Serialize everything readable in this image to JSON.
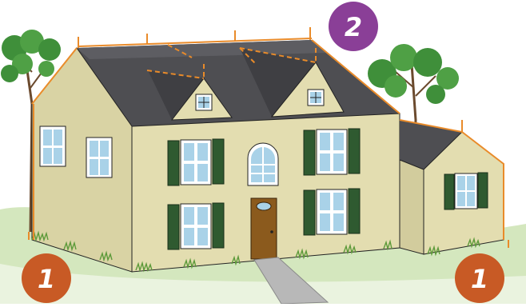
{
  "badges": [
    {
      "label": "1",
      "color": "#c85a25"
    },
    {
      "label": "2",
      "color": "#8a3f97"
    },
    {
      "label": "1",
      "color": "#c85a25"
    }
  ],
  "colors": {
    "siding": "#e3ddb0",
    "siding_shade": "#d2cc9d",
    "roof": "#4e4e52",
    "roof_light": "#6b6b70",
    "shutter": "#2f5a30",
    "window_glass": "#a9d2e8",
    "door": "#8b5a1d",
    "grass": "#cfe3b6",
    "grass_dark": "#5d9a3a",
    "walkway": "#b8b8b8",
    "measure_line": "#e98b2a",
    "tree_leaf": "#3f8f3a",
    "tree_trunk": "#6b4a2e"
  },
  "icons": [
    "house-illustration",
    "tree-left",
    "tree-right",
    "measurement-lines"
  ]
}
